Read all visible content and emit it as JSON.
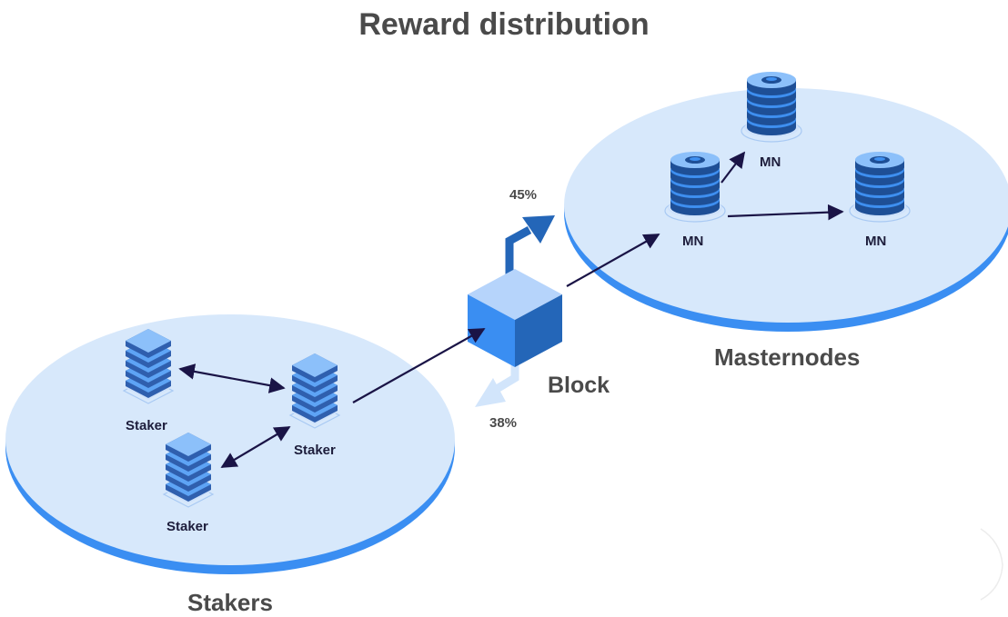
{
  "title": "Reward distribution",
  "groups": {
    "stakers": "Stakers",
    "masternodes": "Masternodes"
  },
  "block": {
    "label": "Block",
    "masternode_share": "45%",
    "staker_share": "38%"
  },
  "staker_nodes": [
    "Staker",
    "Staker",
    "Staker"
  ],
  "masternode_nodes": [
    "MN",
    "MN",
    "MN"
  ],
  "colors": {
    "disc_fill": "#d7e8fb",
    "disc_edge": "#3a8ef2",
    "node_blue": "#3e8ff0",
    "node_dark": "#1e4f96",
    "arrow_dark": "#1a1446",
    "block_light": "#b6d4fb",
    "block_mid": "#3a8ef2",
    "block_dark": "#2466b8",
    "arrow_45": "#2466b8",
    "arrow_38": "#d2e5fb",
    "text": "#4a4a4a"
  }
}
